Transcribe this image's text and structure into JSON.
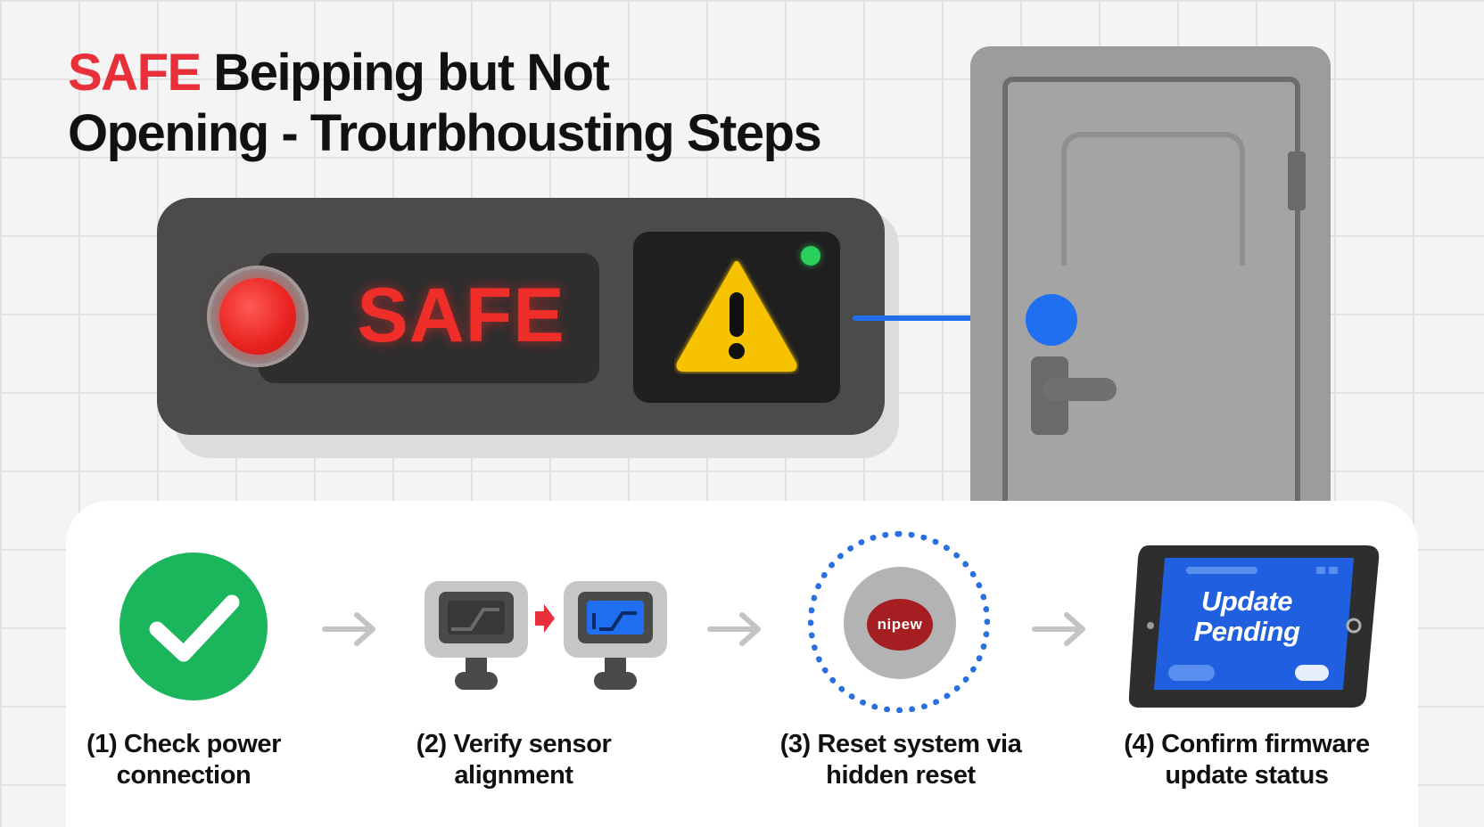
{
  "title": {
    "accent": "SAFE",
    "line1_rest": " Beipping but Not",
    "line2": "Opening - Trourbhousting Steps"
  },
  "safe_panel": {
    "display_text": "SAFE",
    "led_color": "#2bd05c",
    "indicator_color": "#ef2e2a",
    "warning_color": "#f7c300"
  },
  "sensor_link_color": "#1f6ff0",
  "steps": [
    {
      "line1": "(1) Check power",
      "line2": "connection",
      "icon": "check-icon"
    },
    {
      "line1": "(2) Verify sensor",
      "line2": "alignment",
      "icon": "sensor-icon"
    },
    {
      "line1": "(3) Reset system via",
      "line2": "hidden reset",
      "icon": "reset-button-icon",
      "button_text": "nipew"
    },
    {
      "line1": "(4) Confirm firmware",
      "line2": "update status",
      "icon": "tablet-icon",
      "screen_line1": "Update",
      "screen_line2": "Pending"
    }
  ]
}
